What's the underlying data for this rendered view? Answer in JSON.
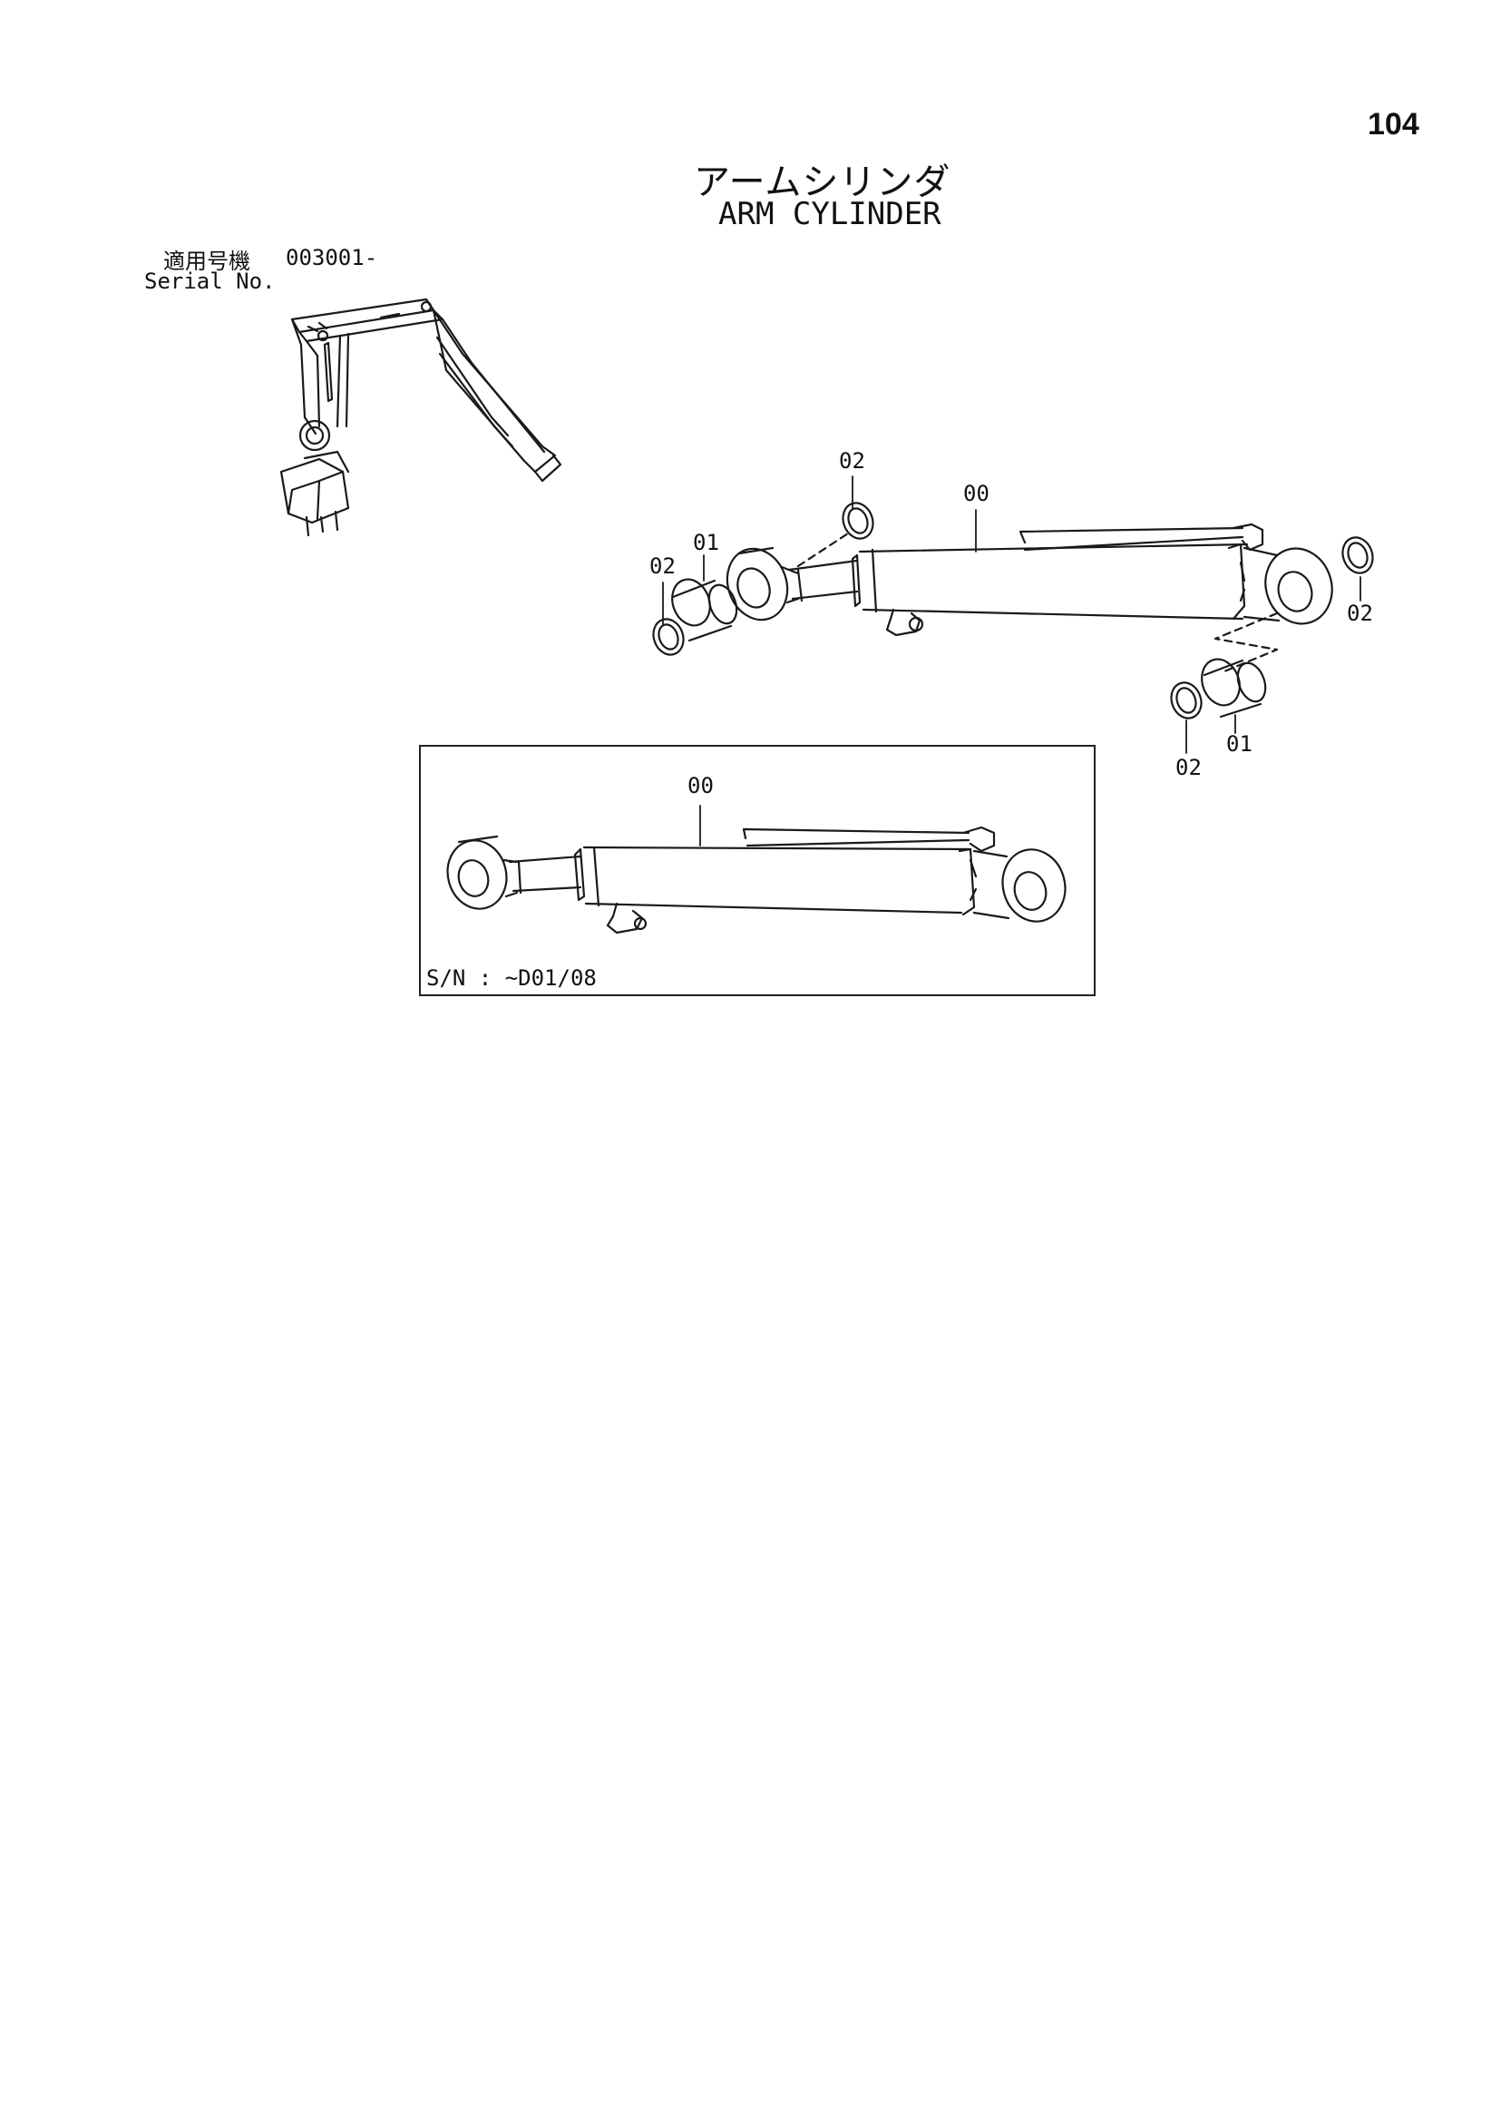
{
  "page": {
    "number": "104",
    "title_jp": "アームシリンダ",
    "title_en": "ARM CYLINDER"
  },
  "serial": {
    "label_jp": "適用号機",
    "range": "003001-",
    "label_en": "Serial No."
  },
  "main_callouts": {
    "c00": "00",
    "c01_left": "01",
    "c02_top": "02",
    "c02_left": "02",
    "c02_right": "02",
    "c01_bottom": "01",
    "c02_bottom": "02"
  },
  "inset": {
    "callout": "00",
    "serial_text": "S/N : ~D01/08"
  }
}
